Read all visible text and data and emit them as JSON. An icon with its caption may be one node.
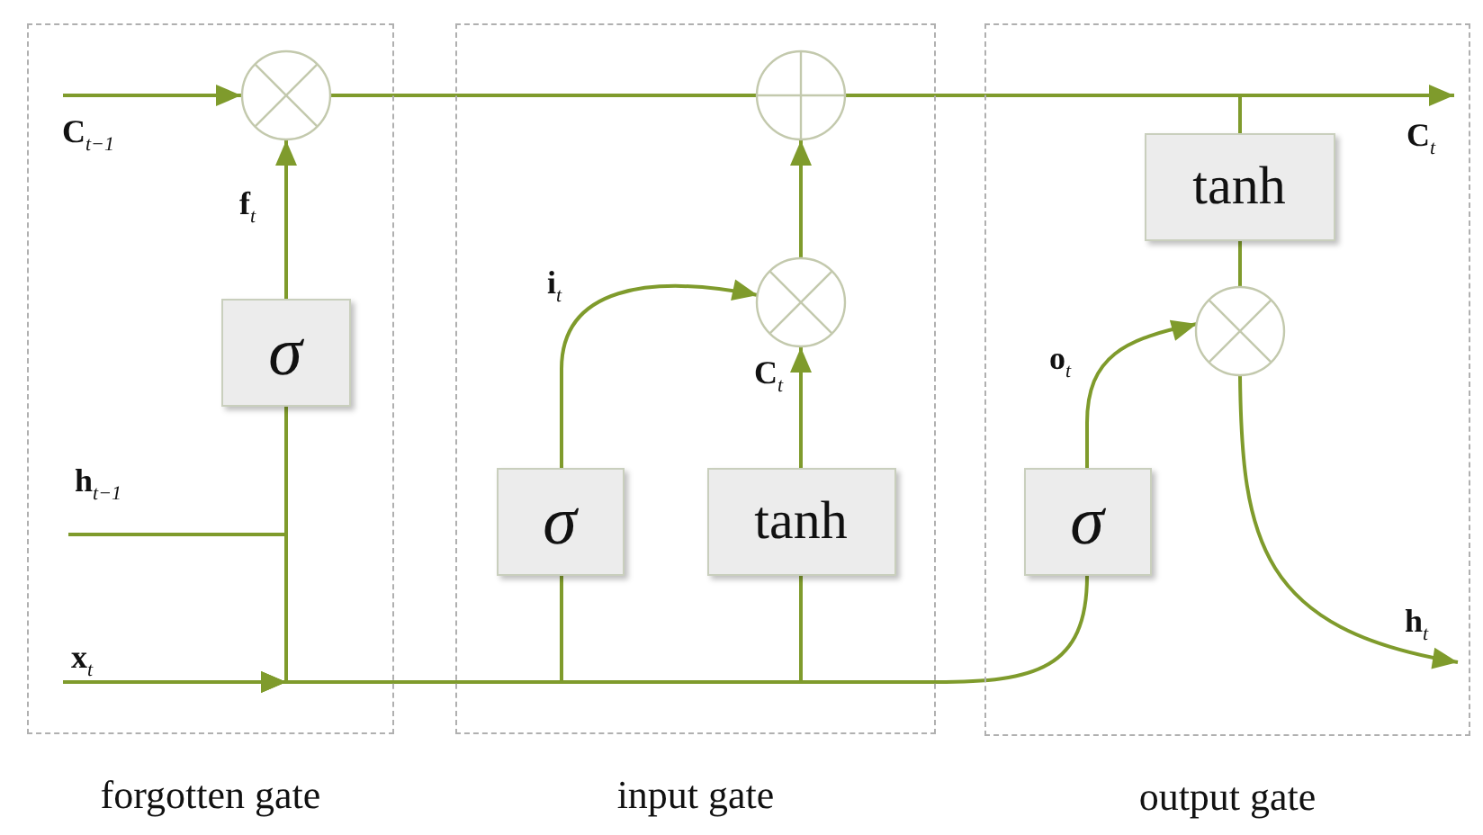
{
  "diagram": {
    "nodes": [
      {
        "text": [
          "forgotten gate"
        ]
      },
      {
        "text": [
          "input gate"
        ]
      },
      {
        "text": [
          "output gate"
        ]
      },
      {
        "text": [],
        "shape": "circle",
        "in": 0
      },
      {
        "text": [
          "σ"
        ],
        "in": 0
      },
      {
        "text": [],
        "shape": "circle",
        "in": 1
      },
      {
        "text": [],
        "shape": "circle",
        "in": 1
      },
      {
        "text": [
          "σ"
        ],
        "in": 1
      },
      {
        "text": [
          "tanh"
        ],
        "in": 1
      },
      {
        "text": [
          "tanh"
        ],
        "in": 2
      },
      {
        "text": [],
        "shape": "circle",
        "in": 2
      },
      {
        "text": [
          "σ"
        ],
        "in": 2
      },
      {
        "text": [
          "C$_{t−1}$"
        ],
        "in": 0
      },
      {
        "text": [
          "h$_{t−1}$"
        ],
        "in": 0
      },
      {
        "text": [
          "x$_{t}$"
        ],
        "in": 0
      },
      {
        "text": [
          "C$_{t}$"
        ],
        "in": 2
      },
      {
        "text": [
          "h$_{t}$"
        ],
        "in": 2
      }
    ],
    "edges": [
      {
        "from": 12,
        "to": 3,
        "arrow": "to"
      },
      {
        "from": 4,
        "to": 3,
        "arrow": "to",
        "label": "f$_{t}$"
      },
      {
        "from": 13,
        "to": 4,
        "arrow": "none"
      },
      {
        "from": 14,
        "to": 4,
        "arrow": "none"
      },
      {
        "from": 14,
        "to": 7,
        "arrow": "to"
      },
      {
        "from": 14,
        "to": 8,
        "arrow": "to"
      },
      {
        "from": 14,
        "to": 11,
        "arrow": "to"
      },
      {
        "from": 3,
        "to": 5,
        "arrow": "none"
      },
      {
        "from": 7,
        "to": 6,
        "arrow": "to",
        "label": "i$_{t}$"
      },
      {
        "from": 8,
        "to": 6,
        "arrow": "to",
        "label": "C$_{t}$"
      },
      {
        "from": 6,
        "to": 5,
        "arrow": "to"
      },
      {
        "from": 5,
        "to": 15,
        "arrow": "to"
      },
      {
        "from": 5,
        "to": 9,
        "arrow": "none"
      },
      {
        "from": 9,
        "to": 10,
        "arrow": "none"
      },
      {
        "from": 11,
        "to": 10,
        "arrow": "to",
        "label": "o$_{t}$"
      },
      {
        "from": 10,
        "to": 16,
        "arrow": "to"
      }
    ]
  }
}
